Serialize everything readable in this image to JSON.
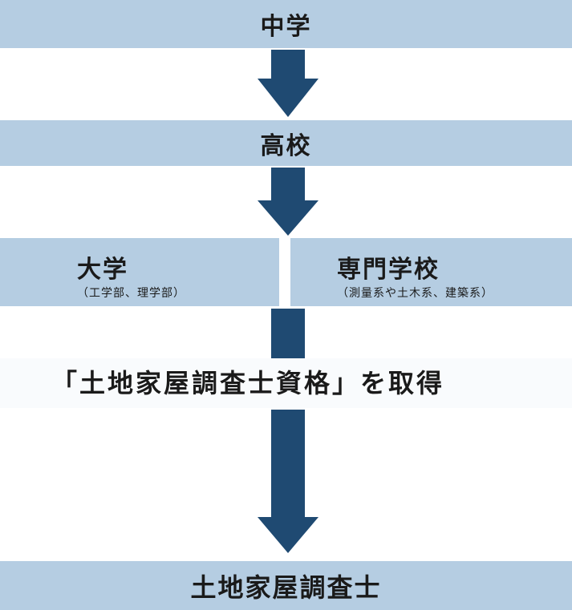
{
  "colors": {
    "band_fill": "#b5cde2",
    "arrow_fill": "#1f4a72",
    "text": "#1a1a1a"
  },
  "steps": {
    "junior_high": "中学",
    "high_school": "高校",
    "university": {
      "title": "大学",
      "subtitle": "（工学部、理学部）"
    },
    "vocational": {
      "title": "専門学校",
      "subtitle": "（測量系や土木系、建築系）"
    },
    "qualification": "「土地家屋調査士資格」を取得",
    "goal": "土地家屋調査士"
  }
}
